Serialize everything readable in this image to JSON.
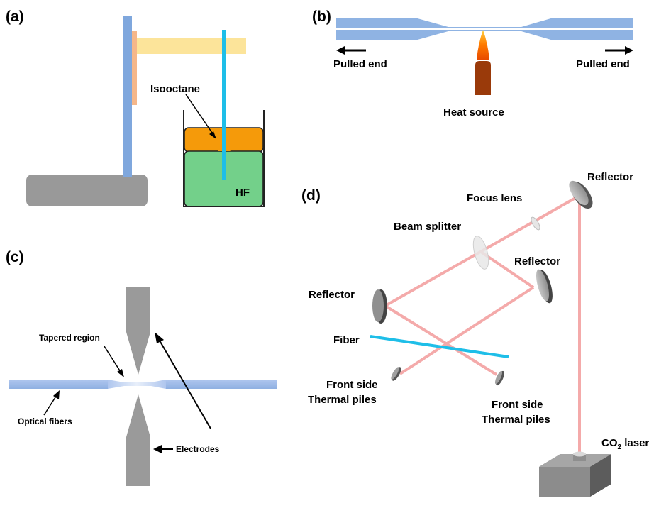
{
  "panels": {
    "a": {
      "label": "(a)",
      "isooctane": "Isooctane",
      "hf": "HF"
    },
    "b": {
      "label": "(b)",
      "pulled_end_left": "Pulled end",
      "pulled_end_right": "Pulled end",
      "heat_source": "Heat source"
    },
    "c": {
      "label": "(c)",
      "tapered_region": "Tapered region",
      "optical_fibers": "Optical fibers",
      "electrodes": "Electrodes"
    },
    "d": {
      "label": "(d)",
      "reflector_top": "Reflector",
      "focus_lens": "Focus lens",
      "beam_splitter": "Beam splitter",
      "reflector_mid": "Reflector",
      "reflector_left": "Reflector",
      "fiber": "Fiber",
      "thermal_left_1": "Front side",
      "thermal_left_2": "Thermal piles",
      "thermal_right_1": "Front side",
      "thermal_right_2": "Thermal piles",
      "co2_prefix": "CO",
      "co2_sub": "2",
      "co2_suffix": " laser"
    }
  },
  "colors": {
    "fiber_blue": "#8FB3E3",
    "stand_blue": "#7FA7DD",
    "cyan": "#1EBEE8",
    "gray": "#9A9A9A",
    "orange": "#F59A0A",
    "green": "#73D08A",
    "yellow": "#FCE49A",
    "beam": "#F4AAAA"
  }
}
